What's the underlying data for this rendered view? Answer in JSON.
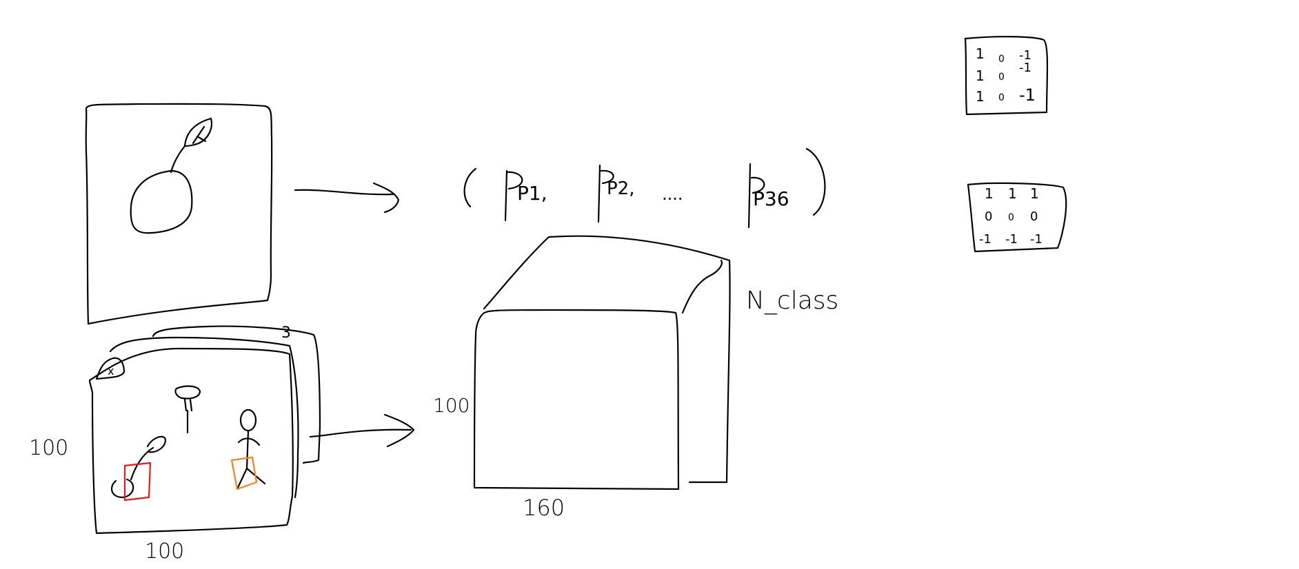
{
  "labels": {
    "vector_open": "(",
    "vector_close": ")",
    "p1": "P1,",
    "p2": "P2,",
    "dots": "....",
    "p36": "P36",
    "n_class": "N_class",
    "cube_height": "100",
    "cube_width": "160",
    "image_height": "100",
    "image_width": "100",
    "channels": "3",
    "top_left_cell": "x"
  },
  "kernels": {
    "vertical": [
      [
        "1",
        "0",
        "-1"
      ],
      [
        "1",
        "0",
        "-1"
      ],
      [
        "1",
        "0",
        "-1"
      ]
    ],
    "horizontal": [
      [
        "1",
        "1",
        "1"
      ],
      [
        "0",
        "0",
        "0"
      ],
      [
        "-1",
        "-1",
        "-1"
      ]
    ]
  },
  "colors": {
    "ink": "#000000",
    "box_red": "#e01b1b",
    "box_orange": "#f08020"
  }
}
